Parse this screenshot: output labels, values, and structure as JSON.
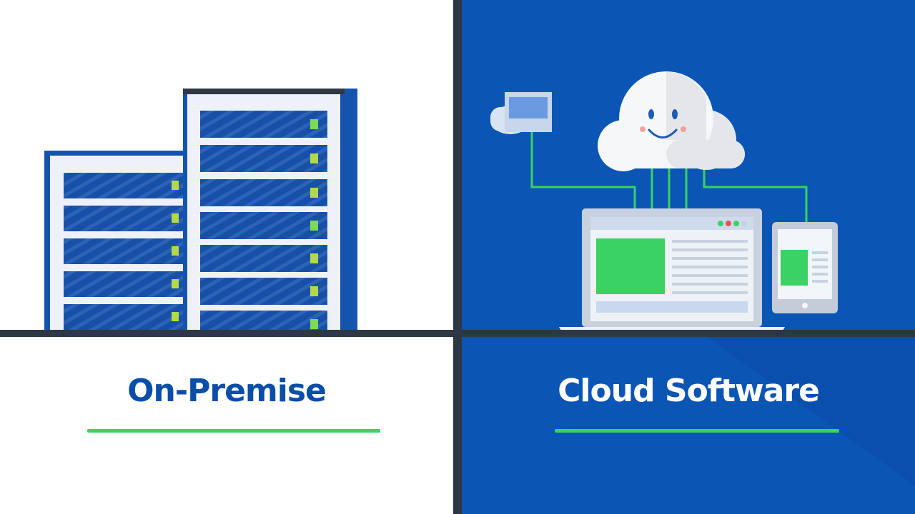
{
  "panels": {
    "left": {
      "title": "On-Premise",
      "illustration": "server-racks",
      "background_color": "#ffffff",
      "title_color": "#0b4ea8"
    },
    "right": {
      "title": "Cloud Software",
      "illustration": "cloud-connected-devices",
      "background_color": "#0b55b5",
      "title_color": "#ffffff"
    }
  },
  "colors": {
    "accent_green": "#3ad165",
    "divider": "#2e3844",
    "server_blue": "#0e4fa6"
  }
}
